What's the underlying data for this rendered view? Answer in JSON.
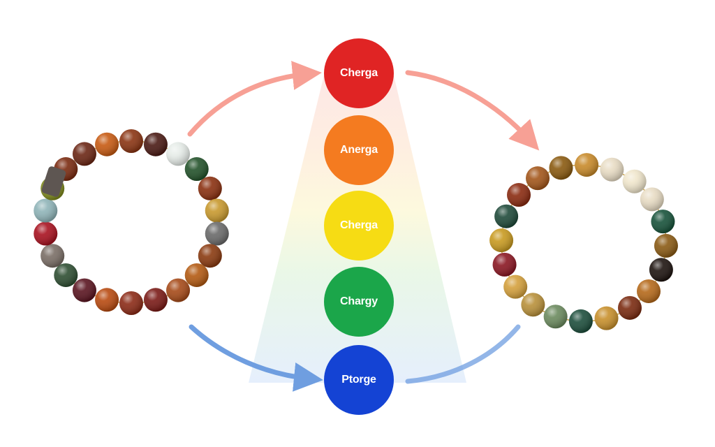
{
  "diagram": {
    "nodes": [
      {
        "label": "Cherga",
        "color": "#e02424"
      },
      {
        "label": "Anerga",
        "color": "#f47b20"
      },
      {
        "label": "Cherga",
        "color": "#f6dc14"
      },
      {
        "label": "Chargy",
        "color": "#1ba64a"
      },
      {
        "label": "Ptorge",
        "color": "#1443d4"
      }
    ],
    "arrow_colors": {
      "warm": "#f7a095",
      "cool": "#6f9ee0"
    },
    "left_bracelet": {
      "beads": [
        "#8b2a16",
        "#b84a10",
        "#5a1420",
        "#2e4e32",
        "#7a6e66",
        "#a8111f",
        "#8fb4b8",
        "#7f8a1e",
        "#7a2a10",
        "#6b2614",
        "#c75a12",
        "#8a3412",
        "#4a1a14",
        "#e6ece8",
        "#23522a",
        "#8a3010",
        "#c8992e",
        "#6a6a6a",
        "#8a3a10",
        "#b35a12",
        "#a64a18",
        "#7a1a16"
      ],
      "tube_bead": "#5e5652"
    },
    "right_bracelet": {
      "beads": [
        "#6b8a5e",
        "#b8903a",
        "#d4a03c",
        "#8a1622",
        "#c89a20",
        "#1f4a3a",
        "#8a2a10",
        "#a3561a",
        "#8a5a10",
        "#c88a2a",
        "#e8dcc4",
        "#f0e6cc",
        "#e8dcc4",
        "#17523a",
        "#8a5a14",
        "#1e1410",
        "#b5691a",
        "#7a2a10",
        "#c8902c",
        "#1d4e3c"
      ]
    }
  }
}
